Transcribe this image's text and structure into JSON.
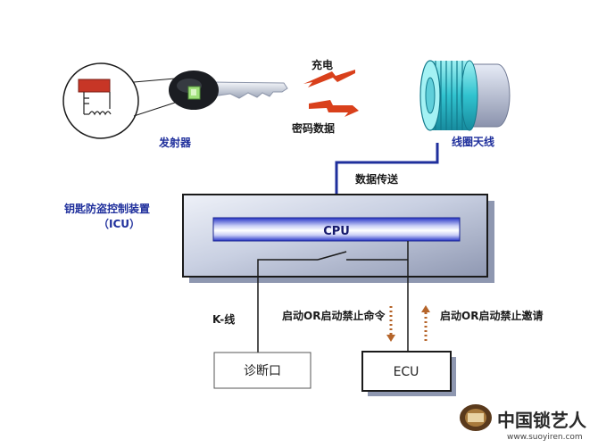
{
  "transmitter": {
    "label": "发射器"
  },
  "coil": {
    "label": "线圈天线"
  },
  "signals": {
    "charge": "充电",
    "password_data": "密码数据",
    "data_transfer": "数据传送"
  },
  "icu": {
    "label_line1": "钥匙防盗控制装置",
    "label_line2": "（ICU）"
  },
  "cpu": {
    "label": "CPU"
  },
  "k_line": {
    "label": "K-线"
  },
  "diag_port": {
    "label": "诊断口"
  },
  "ecu": {
    "label": "ECU"
  },
  "commands": {
    "start_cmd": "启动OR启动禁止命令",
    "start_req": "启动OR启动禁止邀请"
  },
  "watermark": {
    "brand": "中国锁艺人",
    "url": "www.suoyiren.com"
  },
  "colors": {
    "accent_blue": "#1f2f9c",
    "arrow_red": "#d9401b",
    "dotted_brown": "#b5642a"
  }
}
